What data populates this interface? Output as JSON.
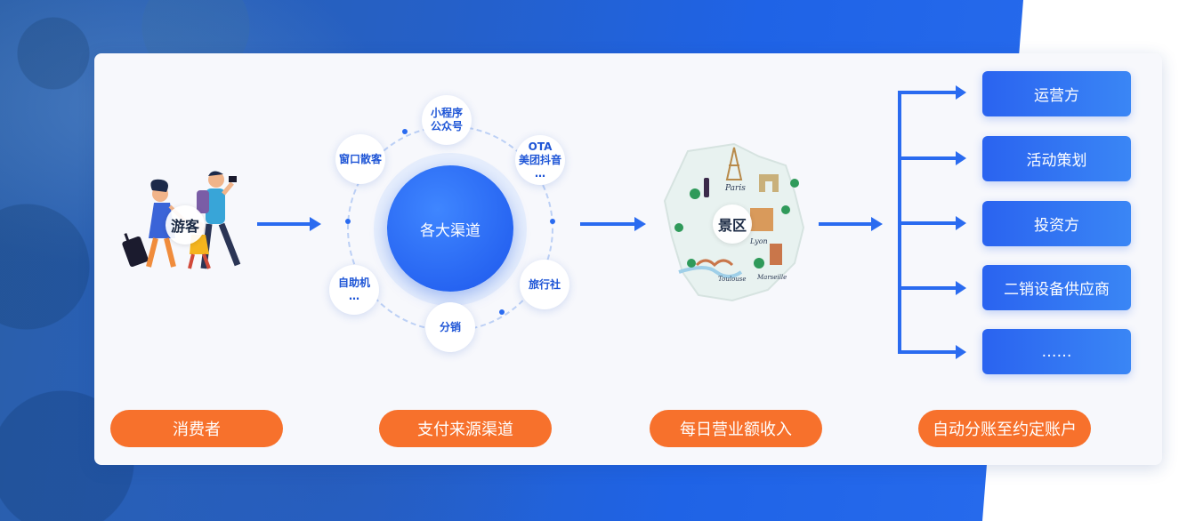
{
  "consumer": {
    "label": "游客"
  },
  "channels": {
    "hub_label": "各大渠道",
    "nodes": [
      {
        "lines": [
          "小程序",
          "公众号"
        ]
      },
      {
        "lines": [
          "OTA",
          "美团抖音",
          "…"
        ]
      },
      {
        "lines": [
          "旅行社"
        ]
      },
      {
        "lines": [
          "分销"
        ]
      },
      {
        "lines": [
          "自助机",
          "…"
        ]
      },
      {
        "lines": [
          "窗口散客"
        ]
      }
    ]
  },
  "scenic": {
    "label": "景区",
    "map_labels": {
      "paris": "Paris",
      "lyon": "Lyon",
      "toulouse": "Toulouse",
      "marseille": "Marseille"
    }
  },
  "recipients": [
    "运营方",
    "活动策划",
    "投资方",
    "二销设备供应商",
    "……"
  ],
  "stages": [
    "消费者",
    "支付来源渠道",
    "每日营业额收入",
    "自动分账至约定账户"
  ],
  "colors": {
    "primary_blue": "#2a6bf0",
    "accent_orange": "#f7712c",
    "card_bg": "#f7f8fc"
  }
}
